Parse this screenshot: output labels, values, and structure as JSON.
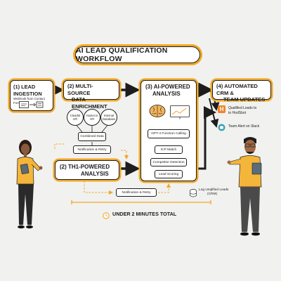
{
  "title": "AI LEAD QUALIFICATION WORKFLOW",
  "stage1": {
    "heading": "(1) LEAD INGESTION",
    "caption": "Webhook from Contact Form"
  },
  "stage2": {
    "heading_line1": "(2)  MULTI-SOURCE",
    "heading_line2": "DATA ENRICHMENT",
    "sources": [
      {
        "line1": "Clearbit",
        "line2": "API"
      },
      {
        "line1": "Hunter.io",
        "line2": "API"
      },
      {
        "line1": "Internal",
        "line2": "Database"
      }
    ],
    "combined": "Combined Data",
    "retry": "Notification & Retry"
  },
  "stage3": {
    "heading_line1": "(3) AI-POWERED",
    "heading_line2": "ANALYSIS",
    "steps": [
      "GPT-4 Function Calling",
      "ICP Match",
      "Competitor Detection",
      "Lead Scoring"
    ]
  },
  "stage3b": {
    "heading_line1": "(2) TH1-POWERED",
    "heading_line2": "ANALYSIS"
  },
  "bottom_retry": "Notification & Retry",
  "log": {
    "line1": "Log Unqlified Leads",
    "line2": "(CRM)"
  },
  "stage4": {
    "heading_line1": "(4) AUTOMATED CRM &",
    "heading_line2": "TEAM UPDATES",
    "outputs": [
      {
        "icon": "hubspot-icon",
        "line1": "Qualified Leads to",
        "line2": "to HodSbot",
        "color": "#f0862b"
      },
      {
        "icon": "slack-icon",
        "line1": "Team Alert on Slack",
        "line2": "",
        "color": "#3aa0b6"
      }
    ]
  },
  "footer": "UNDER 2 MINUTES TOTAL",
  "colors": {
    "accent": "#f0a827",
    "ink": "#1d1d1d"
  }
}
